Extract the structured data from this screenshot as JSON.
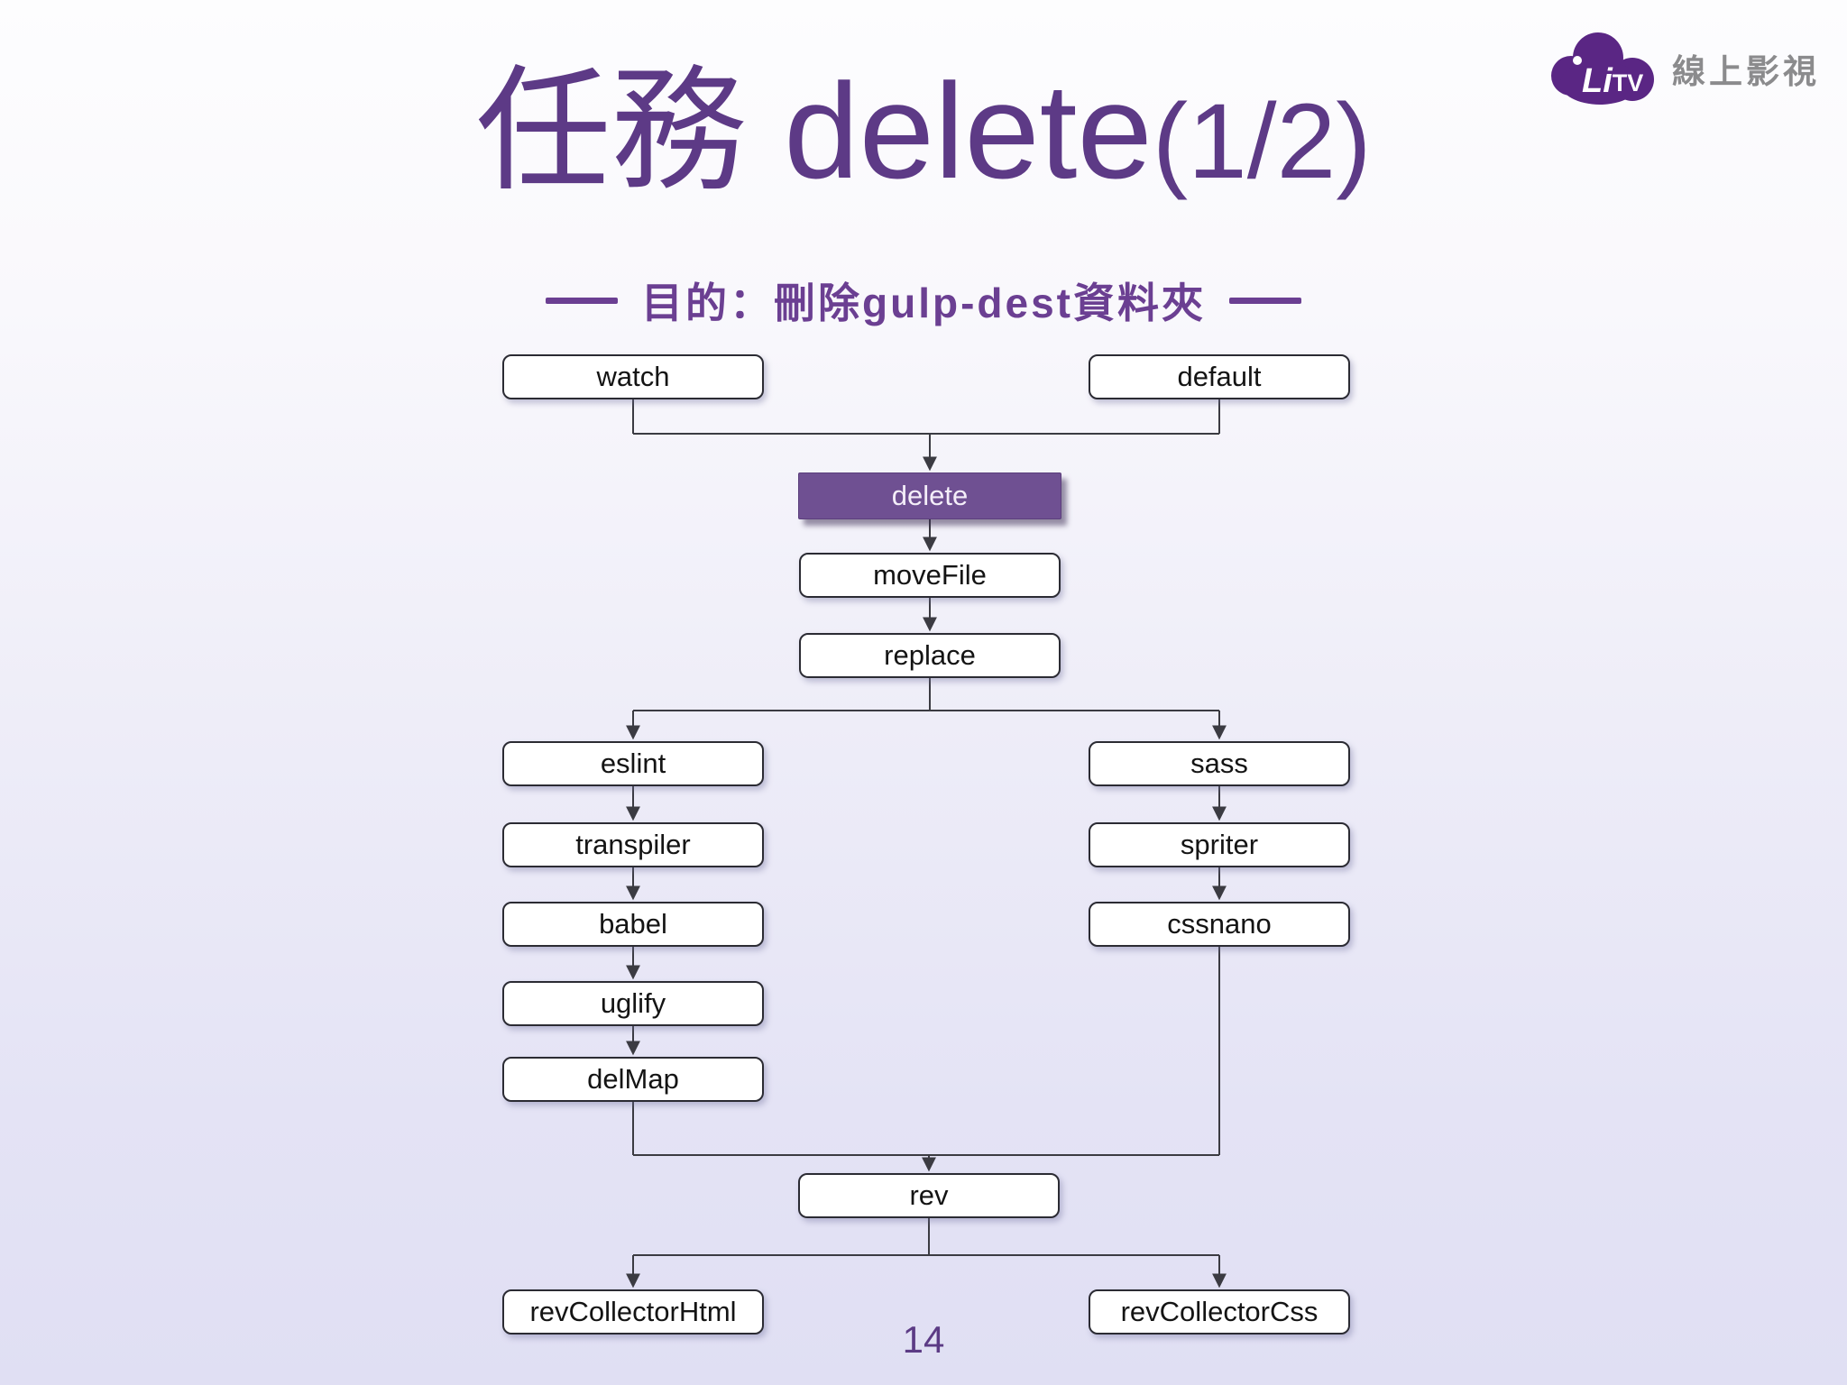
{
  "slide": {
    "title_main": "任務 delete",
    "title_suffix": "(1/2)",
    "subtitle": "目的：刪除gulp-dest資料夾",
    "page_number": "14"
  },
  "logo": {
    "brand": "LiTV",
    "tagline": "線上影視"
  },
  "colors": {
    "title_purple": "#5d3a86",
    "subtitle_purple": "#6b3f92",
    "highlight_box": "#6f5092",
    "logo_cloud_purple": "#5a2684",
    "tagline_gray": "#8b8b8d",
    "connector_line": "#3b3b42",
    "background_bottom": "#e0dff3"
  },
  "flowchart": {
    "nodes": [
      {
        "id": "watch",
        "label": "watch",
        "type": "normal"
      },
      {
        "id": "default",
        "label": "default",
        "type": "normal"
      },
      {
        "id": "delete",
        "label": "delete",
        "type": "highlight"
      },
      {
        "id": "moveFile",
        "label": "moveFile",
        "type": "normal"
      },
      {
        "id": "replace",
        "label": "replace",
        "type": "normal"
      },
      {
        "id": "eslint",
        "label": "eslint",
        "type": "normal"
      },
      {
        "id": "sass",
        "label": "sass",
        "type": "normal"
      },
      {
        "id": "transpiler",
        "label": "transpiler",
        "type": "normal"
      },
      {
        "id": "spriter",
        "label": "spriter",
        "type": "normal"
      },
      {
        "id": "babel",
        "label": "babel",
        "type": "normal"
      },
      {
        "id": "cssnano",
        "label": "cssnano",
        "type": "normal"
      },
      {
        "id": "uglify",
        "label": "uglify",
        "type": "normal"
      },
      {
        "id": "delMap",
        "label": "delMap",
        "type": "normal"
      },
      {
        "id": "rev",
        "label": "rev",
        "type": "normal"
      },
      {
        "id": "revCollectorHtml",
        "label": "revCollectorHtml",
        "type": "normal"
      },
      {
        "id": "revCollectorCss",
        "label": "revCollectorCss",
        "type": "normal"
      }
    ],
    "edges": [
      [
        "watch",
        "delete"
      ],
      [
        "default",
        "delete"
      ],
      [
        "delete",
        "moveFile"
      ],
      [
        "moveFile",
        "replace"
      ],
      [
        "replace",
        "eslint"
      ],
      [
        "replace",
        "sass"
      ],
      [
        "eslint",
        "transpiler"
      ],
      [
        "transpiler",
        "babel"
      ],
      [
        "babel",
        "uglify"
      ],
      [
        "uglify",
        "delMap"
      ],
      [
        "sass",
        "spriter"
      ],
      [
        "spriter",
        "cssnano"
      ],
      [
        "delMap",
        "rev"
      ],
      [
        "cssnano",
        "rev"
      ],
      [
        "rev",
        "revCollectorHtml"
      ],
      [
        "rev",
        "revCollectorCss"
      ]
    ]
  }
}
